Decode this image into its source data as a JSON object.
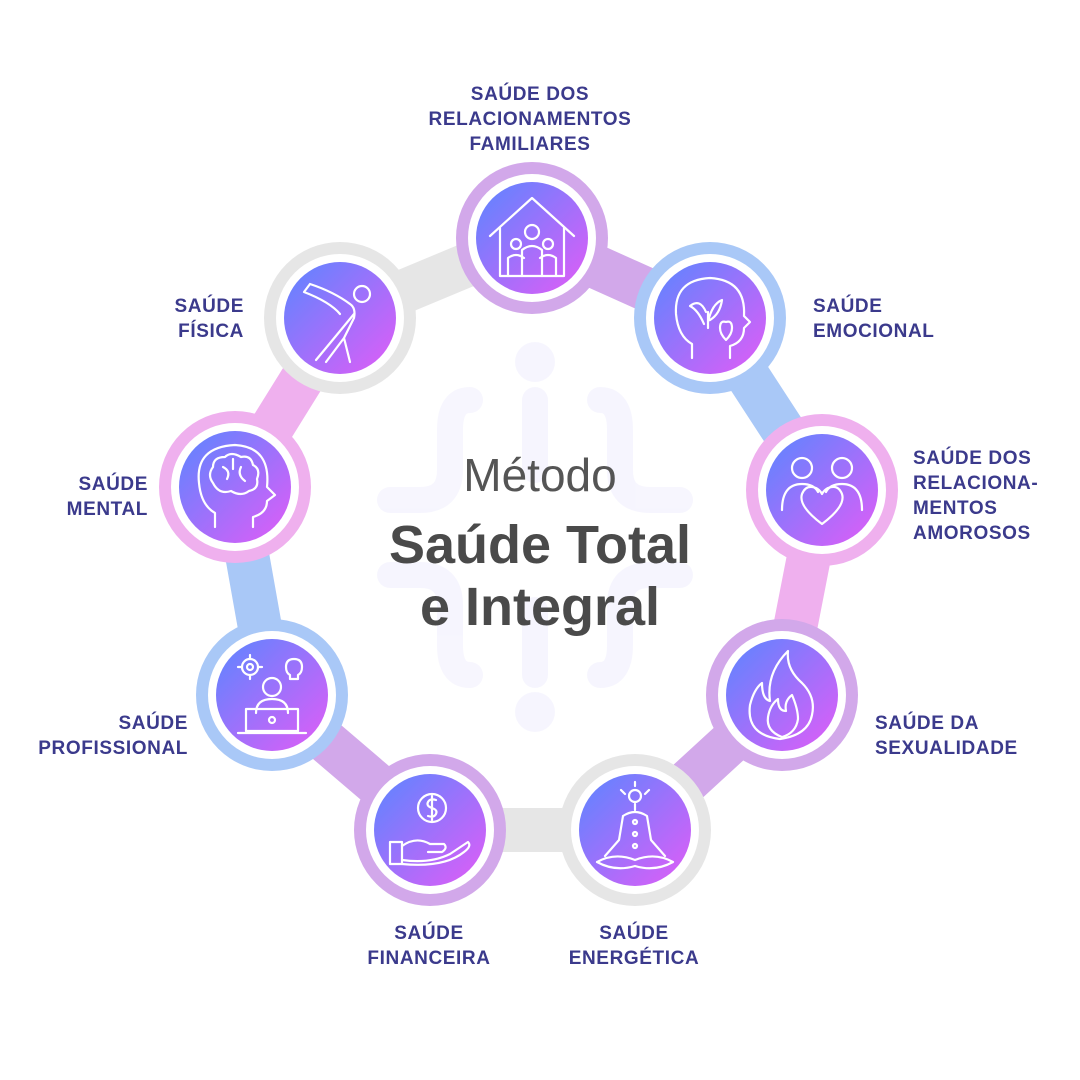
{
  "title": {
    "line1": "Método",
    "line2": "Saúde Total",
    "line3": "e Integral"
  },
  "nodes": [
    {
      "id": "familiares",
      "icon": "family-house-icon",
      "ring": "#d2a8ea",
      "lines": [
        "SAÚDE DOS",
        "RELACIONAMENTOS",
        "FAMILIARES"
      ]
    },
    {
      "id": "emocional",
      "icon": "head-heart-leaf-icon",
      "ring": "#a9c8f7",
      "lines": [
        "SAÚDE",
        "EMOCIONAL"
      ]
    },
    {
      "id": "amorosos",
      "icon": "couple-heart-icon",
      "ring": "#efb0ee",
      "lines": [
        "SAÚDE DOS",
        "RELACIONA-",
        "MENTOS",
        "AMOROSOS"
      ]
    },
    {
      "id": "sexualidade",
      "icon": "flame-icon",
      "ring": "#d2a8ea",
      "lines": [
        "SAÚDE DA",
        "SEXUALIDADE"
      ]
    },
    {
      "id": "energetica",
      "icon": "meditation-icon",
      "ring": "#e6e6e6",
      "lines": [
        "SAÚDE",
        "ENERGÉTICA"
      ]
    },
    {
      "id": "financeira",
      "icon": "hand-coin-icon",
      "ring": "#d2a8ea",
      "lines": [
        "SAÚDE",
        "FINANCEIRA"
      ]
    },
    {
      "id": "profissional",
      "icon": "professional-laptop-icon",
      "ring": "#a9c8f7",
      "lines": [
        "SAÚDE",
        "PROFISSIONAL"
      ]
    },
    {
      "id": "mental",
      "icon": "brain-head-icon",
      "ring": "#efb0ee",
      "lines": [
        "SAÚDE",
        "MENTAL"
      ]
    },
    {
      "id": "fisica",
      "icon": "stretching-person-icon",
      "ring": "#e6e6e6",
      "lines": [
        "SAÚDE",
        "FÍSICA"
      ]
    }
  ],
  "colors": {
    "gradient_start": "#6b7dff",
    "gradient_end": "#e85cf5",
    "label": "#3b3a8c",
    "title": "#4a4a4a"
  }
}
